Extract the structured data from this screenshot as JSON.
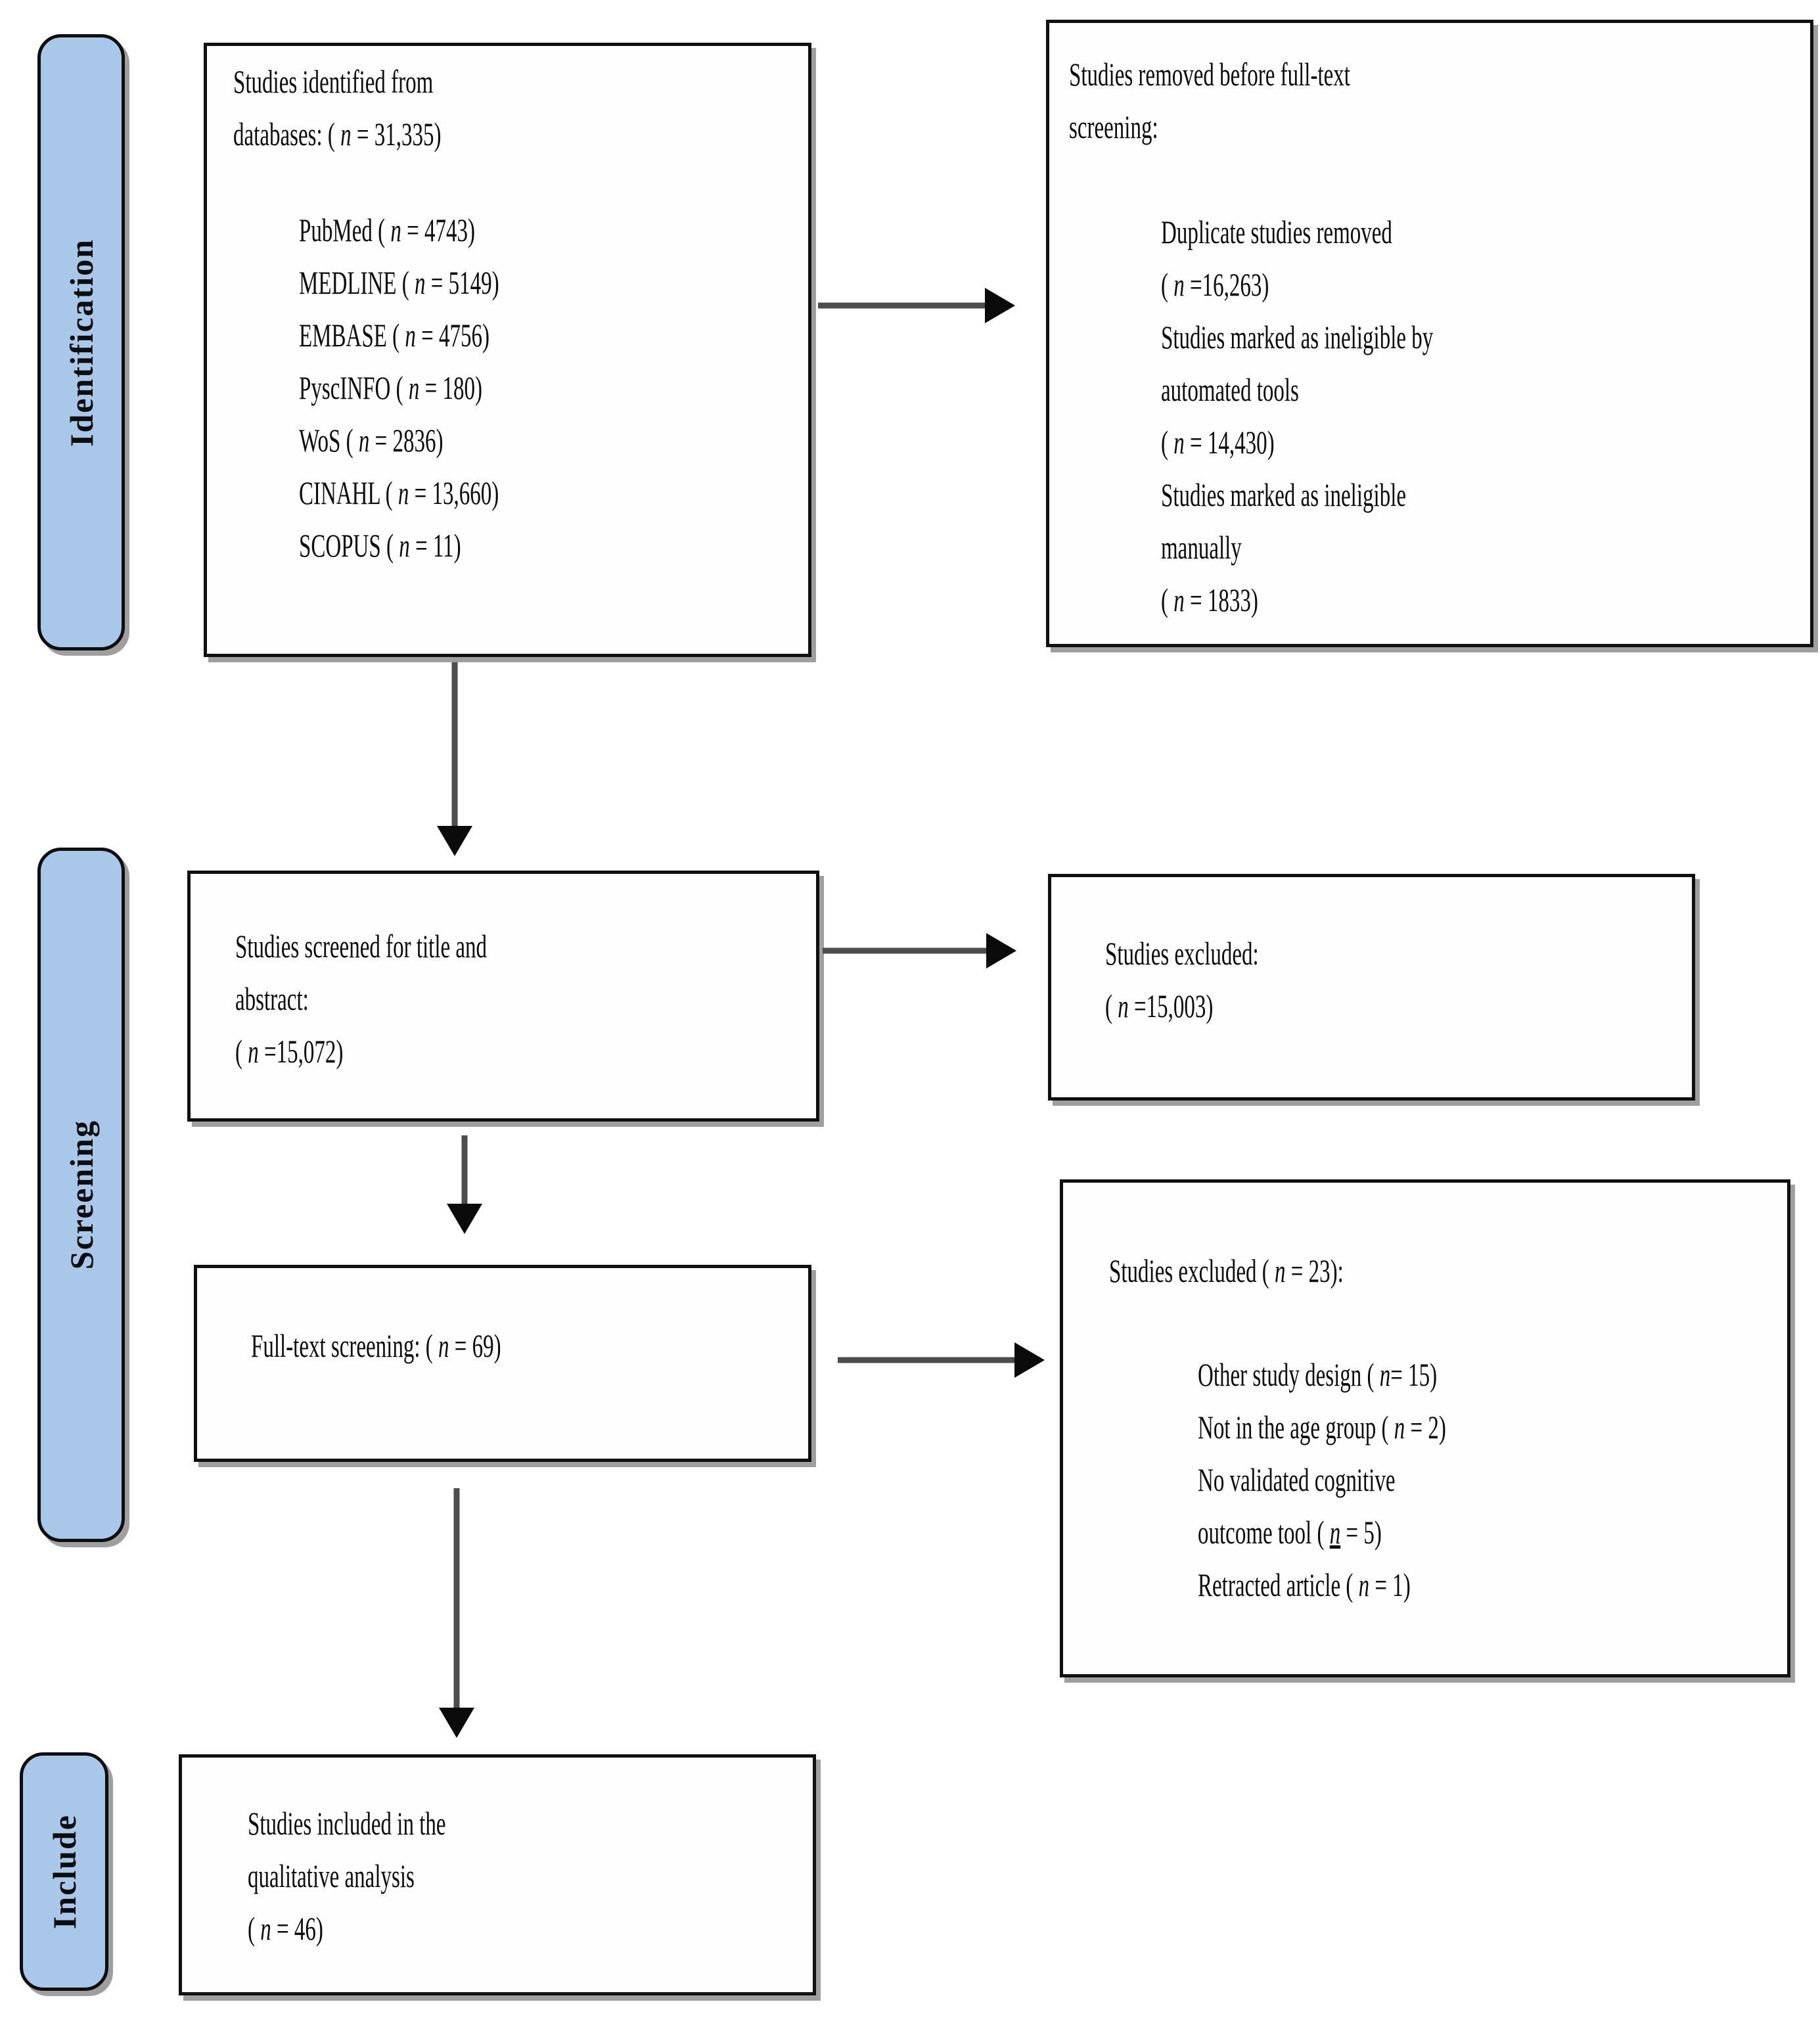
{
  "figure_type": "prisma-flow-diagram",
  "colors": {
    "stage_fill": "#a9c7e9",
    "stage_border": "#0e0e0e",
    "box_border": "#101010",
    "box_fill": "#fefefe",
    "arrow": "#0b0b0b",
    "text": "#0c0c0c"
  },
  "stages": {
    "identification": "Identification",
    "screening": "Screening",
    "include": "Include"
  },
  "boxes": {
    "identified": {
      "line1": "Studies identified from",
      "line2": "databases: ( n = 31,335)",
      "items": [
        "PubMed ( n = 4743)",
        "MEDLINE ( n = 5149)",
        "EMBASE ( n = 4756)",
        "PyscINFO ( n = 180)",
        "WoS ( n = 2836)",
        "CINAHL ( n = 13,660)",
        "SCOPUS ( n = 11)"
      ]
    },
    "removed": {
      "line1": "Studies removed before full-text",
      "line2": "screening:",
      "items": [
        "Duplicate studies removed",
        "( n =16,263)",
        "Studies marked as ineligible by",
        "automated tools",
        "( n = 14,430)",
        "Studies marked as ineligible",
        "manually",
        "( n = 1833)"
      ]
    },
    "screened": {
      "lines": [
        "Studies screened for title and",
        "abstract:",
        "( n =15,072)"
      ]
    },
    "excluded_title_abstract": {
      "lines": [
        "Studies excluded:",
        "( n =15,003)"
      ]
    },
    "fulltext": {
      "lines": [
        "Full-text screening: ( n = 69)"
      ]
    },
    "excluded_fulltext": {
      "title": "Studies excluded ( n = 23):",
      "items": [
        "Other study design ( n= 15)",
        "Not in the age group ( n = 2)",
        "No validated cognitive",
        "outcome tool ( n = 5)",
        "Retracted article ( n = 1)"
      ]
    },
    "included": {
      "lines": [
        "Studies included in the",
        "qualitative analysis",
        "( n = 46)"
      ]
    }
  }
}
